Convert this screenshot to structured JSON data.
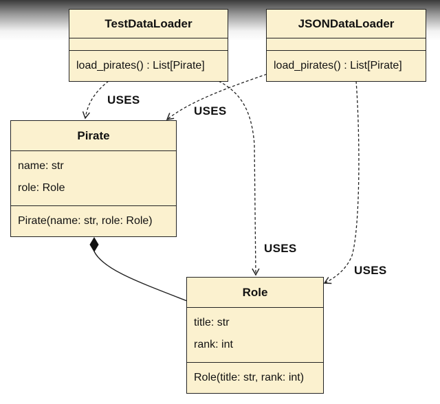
{
  "classes": {
    "test_loader": {
      "name": "TestDataLoader",
      "attributes": [],
      "operations": [
        "load_pirates() : List[Pirate]"
      ]
    },
    "json_loader": {
      "name": "JSONDataLoader",
      "attributes": [],
      "operations": [
        "load_pirates() : List[Pirate]"
      ]
    },
    "pirate": {
      "name": "Pirate",
      "attributes": [
        "name: str",
        "role: Role"
      ],
      "operations": [
        "Pirate(name: str, role: Role)"
      ]
    },
    "role": {
      "name": "Role",
      "attributes": [
        "title: str",
        "rank: int"
      ],
      "operations": [
        "Role(title: str, rank: int)"
      ]
    }
  },
  "relationships": [
    {
      "from": "TestDataLoader",
      "to": "Pirate",
      "type": "dependency",
      "label": "USES"
    },
    {
      "from": "JSONDataLoader",
      "to": "Pirate",
      "type": "dependency",
      "label": "USES"
    },
    {
      "from": "TestDataLoader",
      "to": "Role",
      "type": "dependency",
      "label": "USES"
    },
    {
      "from": "JSONDataLoader",
      "to": "Role",
      "type": "dependency",
      "label": "USES"
    },
    {
      "from": "Role",
      "to": "Pirate",
      "type": "composition",
      "label": ""
    }
  ],
  "colors": {
    "class_fill": "#fbf1cf",
    "border": "#222222"
  }
}
